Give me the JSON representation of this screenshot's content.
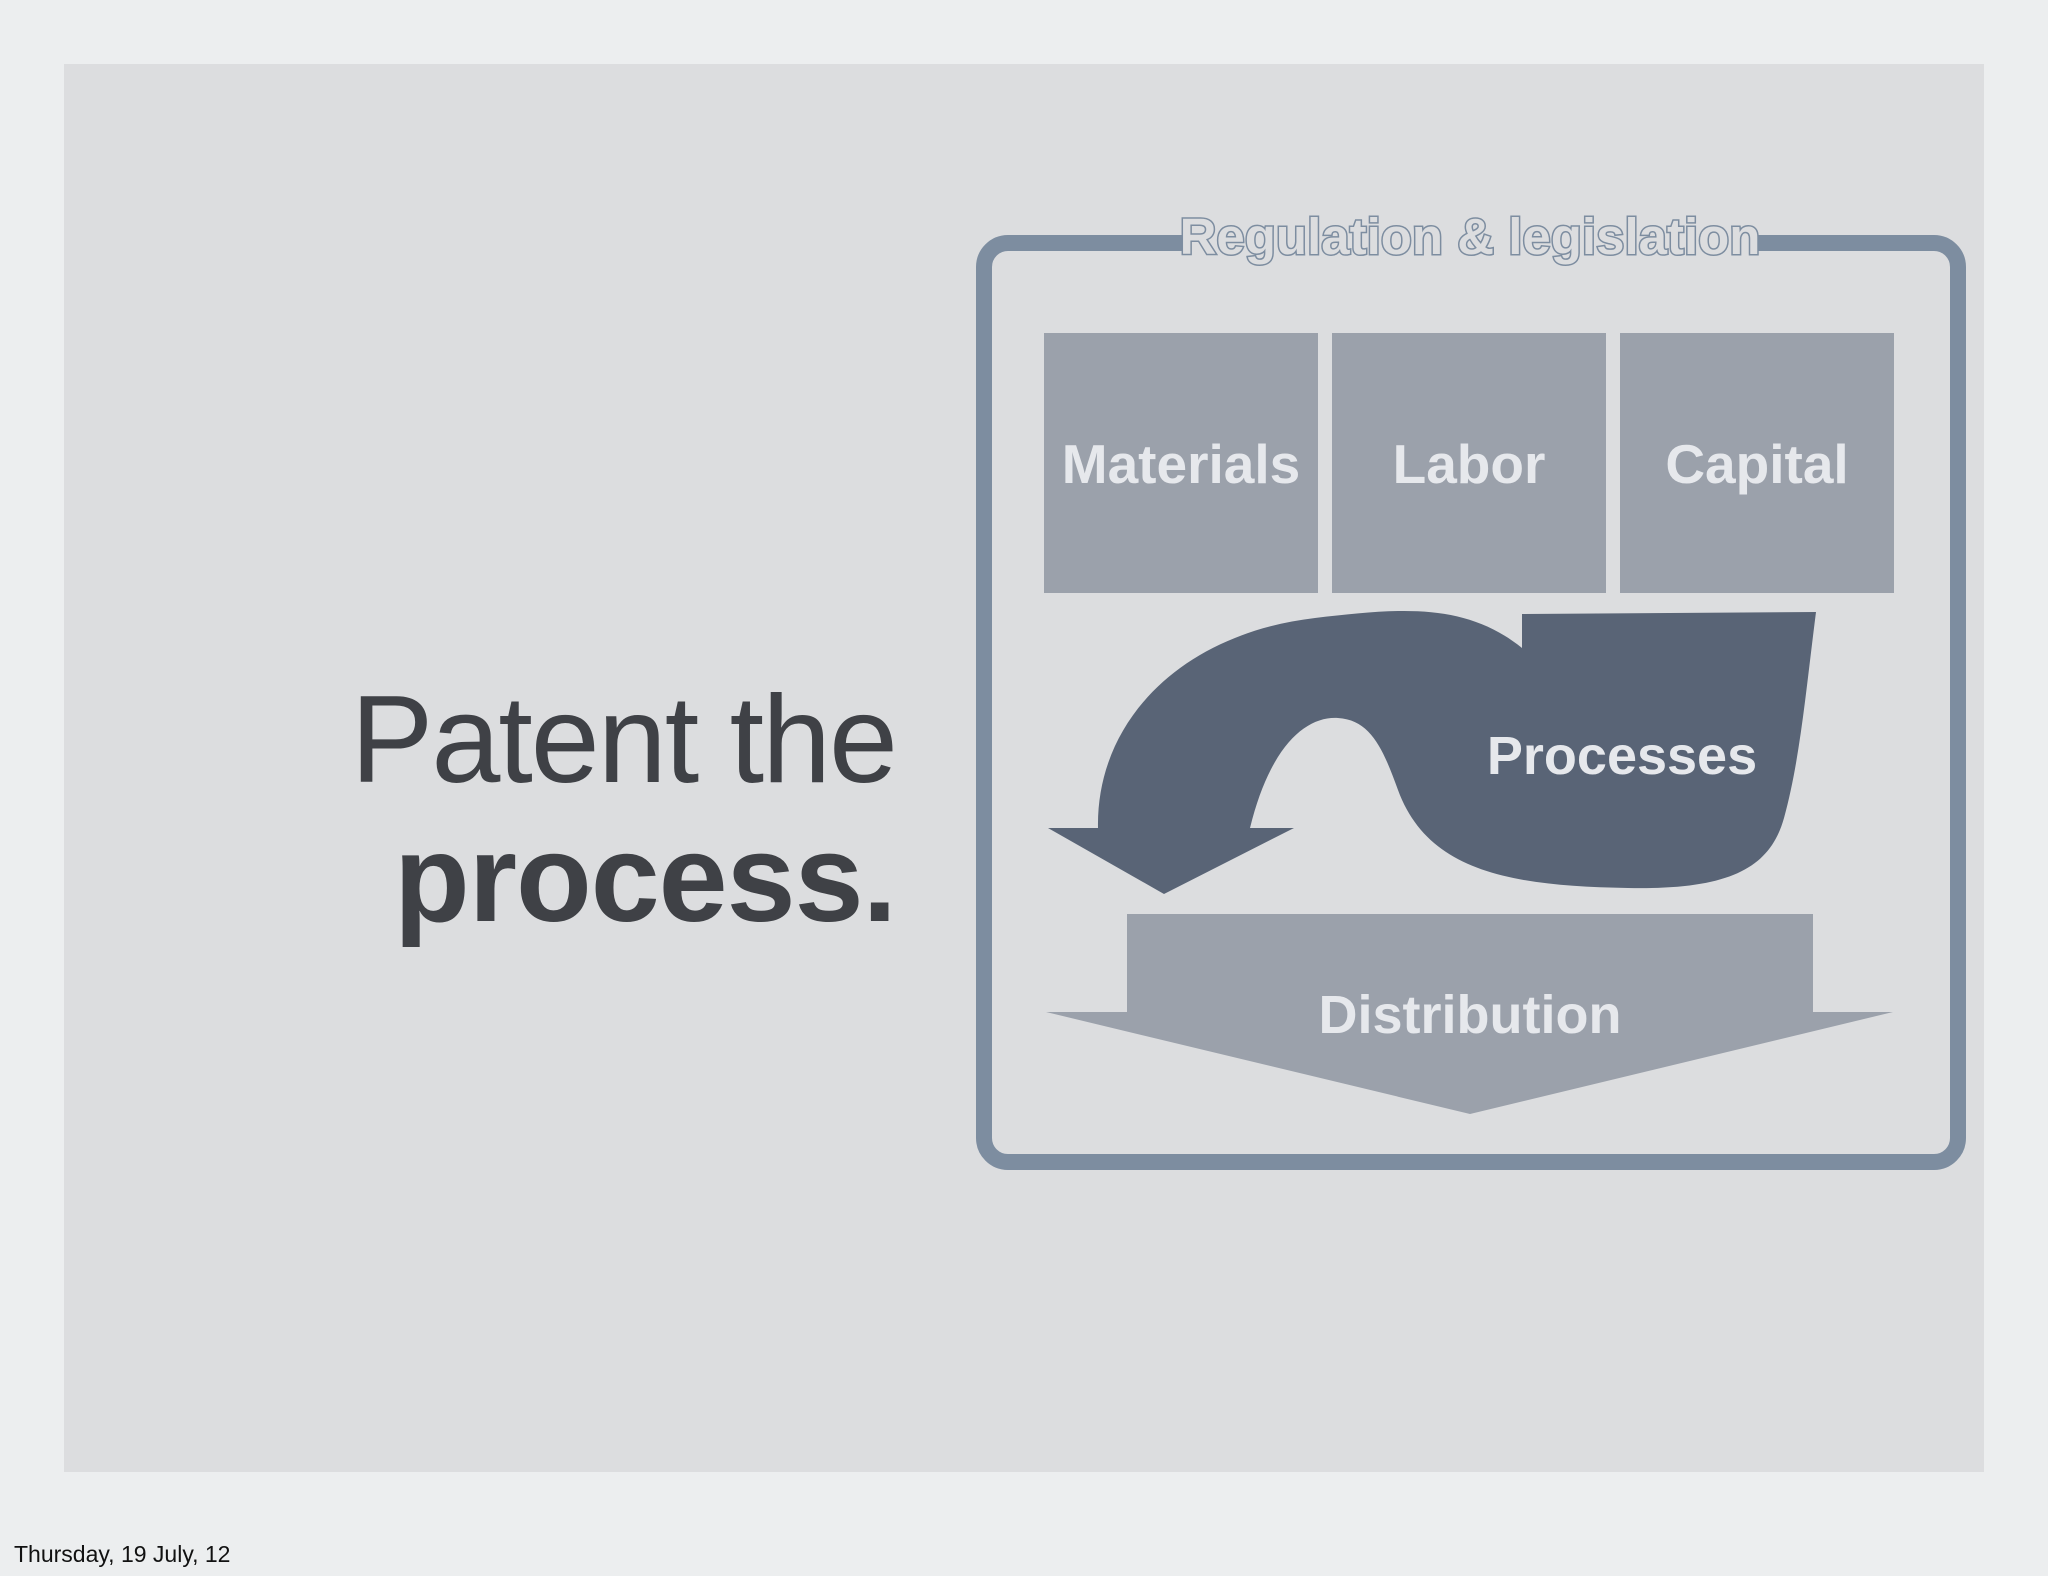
{
  "slide": {
    "headline_line1": "Patent the",
    "headline_line2": "process."
  },
  "diagram": {
    "frame_label": "Regulation & legislation",
    "inputs": [
      "Materials",
      "Labor",
      "Capital"
    ],
    "process_label": "Processes",
    "output_label": "Distribution"
  },
  "footer": {
    "date": "Thursday, 19 July, 12"
  },
  "colors": {
    "page_background": "#eceeef",
    "slide_background": "#dcdddf",
    "frame_stroke": "#7d8da0",
    "box_fill": "#9ba1ab",
    "process_arrow_fill": "#596476",
    "distribution_fill": "#9ba1ab",
    "label_text": "#e6e8ec",
    "headline_text": "#3f4146"
  }
}
